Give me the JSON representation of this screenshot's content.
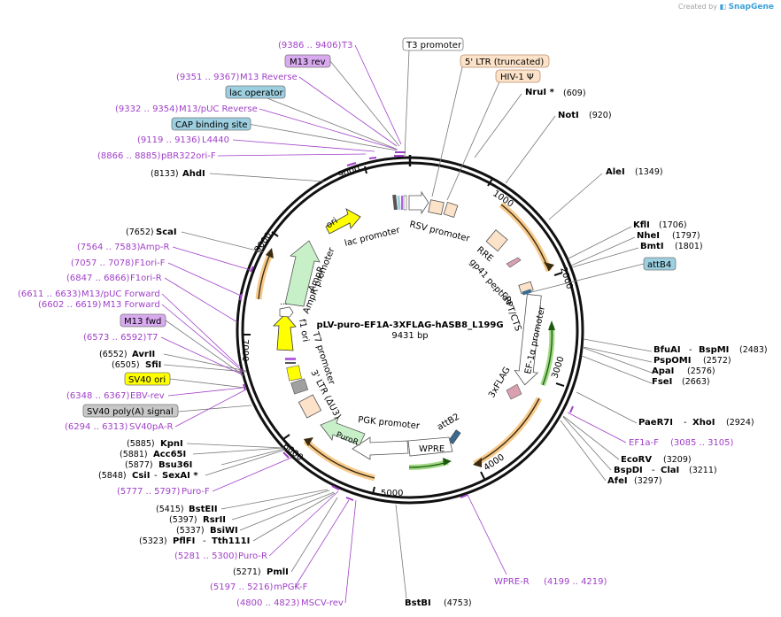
{
  "credit": {
    "prefix": "Created by",
    "brand": "SnapGene"
  },
  "plasmid": {
    "name": "pLV-puro-EF1A-3XFLAG-hASB8_L199G",
    "length": "9431 bp"
  },
  "ticks": [
    "1000",
    "2000",
    "3000",
    "4000",
    "5000",
    "6000",
    "7000",
    "8000",
    "9000"
  ],
  "boxed_labels": [
    {
      "text": "T3 promoter",
      "fill": "#ffffff"
    },
    {
      "text": "5' LTR (truncated)",
      "fill": "#fbe2c8"
    },
    {
      "text": "HIV-1 Ψ",
      "fill": "#fbe2c8"
    },
    {
      "text": "M13 rev",
      "fill": "#d9aaf0"
    },
    {
      "text": "lac operator",
      "fill": "#9ccfe0"
    },
    {
      "text": "CAP binding site",
      "fill": "#9ccfe0"
    },
    {
      "text": "attB4",
      "fill": "#9ccfe0"
    },
    {
      "text": "M13 fwd",
      "fill": "#d9aaf0"
    },
    {
      "text": "SV40 ori",
      "fill": "#ffff00"
    },
    {
      "text": "SV40 poly(A) signal",
      "fill": "#c8c8c8"
    }
  ],
  "sites_right": [
    {
      "name": "NruI *",
      "pos": "(609)"
    },
    {
      "name": "NotI",
      "pos": "(920)"
    },
    {
      "name": "AleI",
      "pos": "(1349)"
    },
    {
      "name": "KflI",
      "pos": "(1706)"
    },
    {
      "name": "NheI",
      "pos": "(1797)"
    },
    {
      "name": "BmtI",
      "pos": "(1801)"
    },
    {
      "name": "BfuAI",
      "name2": "BspMI",
      "pos": "(2483)"
    },
    {
      "name": "PspOMI",
      "pos": "(2572)"
    },
    {
      "name": "ApaI",
      "pos": "(2576)"
    },
    {
      "name": "FseI",
      "pos": "(2663)"
    },
    {
      "name": "PaeR7I",
      "name2": "XhoI",
      "pos": "(2924)"
    },
    {
      "name": "EcoRV",
      "pos": "(3209)"
    },
    {
      "name": "BspDI",
      "name2": "ClaI",
      "pos": "(3211)"
    },
    {
      "name": "AfeI",
      "pos": "(3297)"
    }
  ],
  "sites_left": [
    {
      "name": "AhdI",
      "pos": "(8133)"
    },
    {
      "name": "ScaI",
      "pos": "(7652)"
    },
    {
      "name": "AvrII",
      "pos": "(6552)"
    },
    {
      "name": "SfiI",
      "pos": "(6505)"
    },
    {
      "name": "KpnI",
      "pos": "(5885)"
    },
    {
      "name": "Acc65I",
      "pos": "(5881)"
    },
    {
      "name": "Bsu36I",
      "pos": "(5877)"
    },
    {
      "name": "CsiI",
      "name2": "SexAI *",
      "pos": "(5848)"
    },
    {
      "name": "BstEII",
      "pos": "(5415)"
    },
    {
      "name": "RsrII",
      "pos": "(5397)"
    },
    {
      "name": "BsiWI",
      "pos": "(5337)"
    },
    {
      "name": "PflFI",
      "name2": "Tth111I",
      "pos": "(5323)"
    },
    {
      "name": "PmlI",
      "pos": "(5271)"
    }
  ],
  "site_bottom": {
    "name": "BstBI",
    "pos": "(4753)"
  },
  "primers": [
    {
      "name": "T3",
      "pos": "(9386 .. 9406)"
    },
    {
      "name": "M13 Reverse",
      "pos": "(9351 .. 9367)"
    },
    {
      "name": "M13/pUC Reverse",
      "pos": "(9332 .. 9354)"
    },
    {
      "name": "L4440",
      "pos": "(9119 .. 9136)"
    },
    {
      "name": "pBR322ori-F",
      "pos": "(8866 .. 8885)"
    },
    {
      "name": "Amp-R",
      "pos": "(7564 .. 7583)"
    },
    {
      "name": "F1ori-F",
      "pos": "(7057 .. 7078)"
    },
    {
      "name": "F1ori-R",
      "pos": "(6847 .. 6866)"
    },
    {
      "name": "M13/pUC Forward",
      "pos": "(6611 .. 6633)"
    },
    {
      "name": "M13 Forward",
      "pos": "(6602 .. 6619)"
    },
    {
      "name": "T7",
      "pos": "(6573 .. 6592)"
    },
    {
      "name": "EBV-rev",
      "pos": "(6348 .. 6367)"
    },
    {
      "name": "SV40pA-R",
      "pos": "(6294 .. 6313)"
    },
    {
      "name": "Puro-F",
      "pos": "(5777 .. 5797)"
    },
    {
      "name": "Puro-R",
      "pos": "(5281 .. 5300)"
    },
    {
      "name": "mPGK-F",
      "pos": "(5197 .. 5216)"
    },
    {
      "name": "MSCV-rev",
      "pos": "(4800 .. 4823)"
    },
    {
      "name": "WPRE-R",
      "pos": "(4199 .. 4219)"
    },
    {
      "name": "EF1a-F",
      "pos": "(3085 .. 3105)"
    }
  ],
  "inner_features": [
    "ori",
    "lac promoter",
    "RSV promoter",
    "RRE",
    "gp41 peptide",
    "cPPT/CTS",
    "EF-1α promoter",
    "3xFLAG",
    "attB2",
    "WPRE",
    "PGK promoter",
    "PuroR",
    "3' LTR (ΔU3)",
    "T7 promoter",
    "f1 ori",
    "AmpR promoter",
    "AmpR",
    "..."
  ]
}
